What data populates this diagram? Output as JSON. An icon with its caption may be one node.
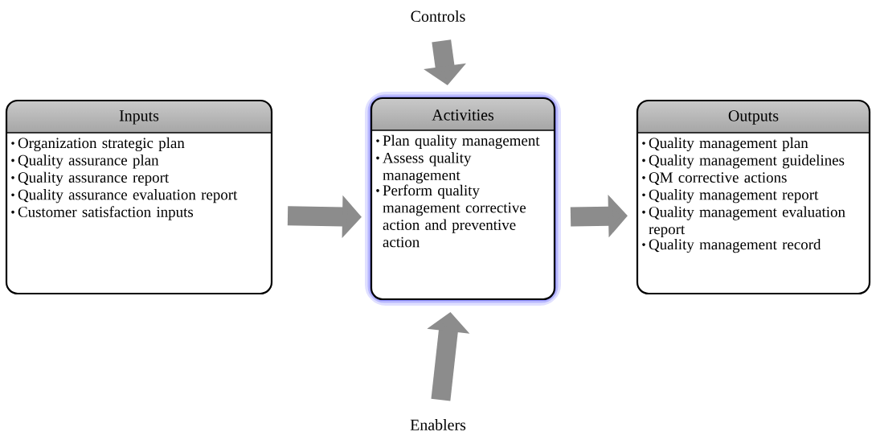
{
  "diagram": {
    "nodes": [
      {
        "text": [
          "Inputs",
          "Organization strategic plan",
          "Quality assurance plan",
          "Quality assurance report",
          "Quality assurance evaluation report",
          "Customer satisfaction inputs"
        ]
      },
      {
        "text": [
          "Activities",
          "Plan quality management",
          "Assess quality management",
          "Perform quality management corrective action and preventive action"
        ]
      },
      {
        "text": [
          "Outputs",
          "Quality management plan",
          "Quality management guidelines",
          "QM corrective actions",
          "Quality management report",
          "Quality management evaluation report",
          "Quality management record"
        ]
      },
      {
        "text": [
          "Controls"
        ]
      },
      {
        "text": [
          "Enablers"
        ]
      }
    ],
    "edges": [
      {
        "from": 0,
        "to": 1,
        "arrow": "to"
      },
      {
        "from": 1,
        "to": 2,
        "arrow": "to"
      },
      {
        "from": 3,
        "to": 1,
        "arrow": "to"
      },
      {
        "from": 4,
        "to": 1,
        "arrow": "to"
      }
    ]
  }
}
